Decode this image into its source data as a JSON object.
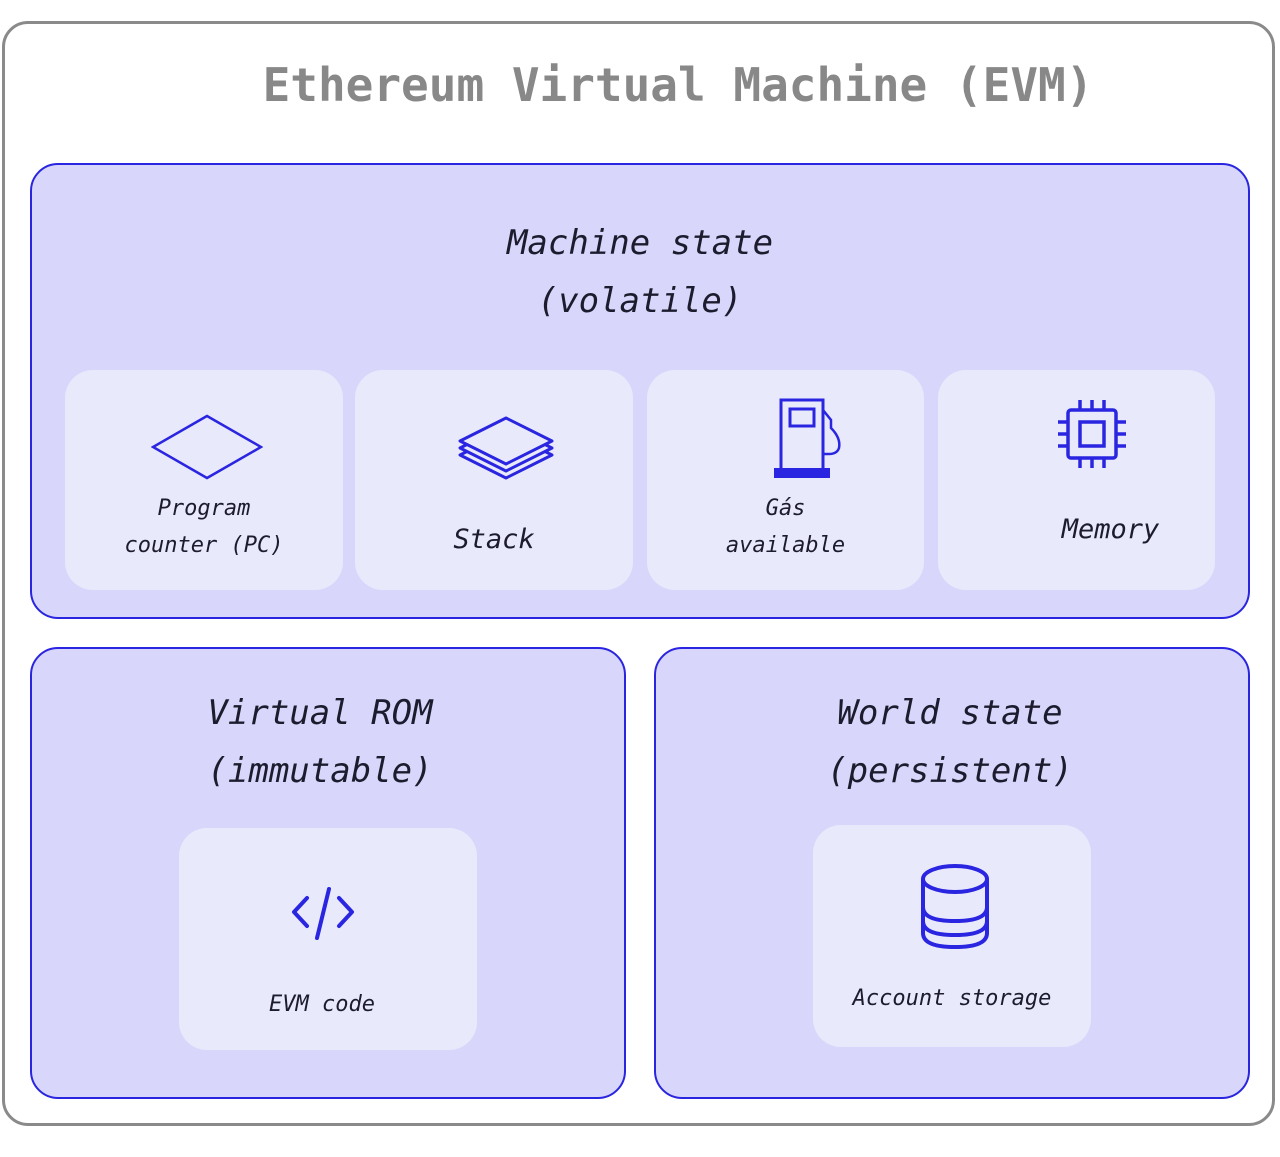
{
  "title": "Ethereum Virtual Machine (EVM)",
  "colors": {
    "accent": "#2a25e0",
    "section_fill": "#d8d7fb",
    "card_fill": "#e9e9fc",
    "frame_border": "#8a8a8a",
    "title_text": "#888888"
  },
  "machine_state": {
    "title": "Machine state\n(volatile)",
    "items": [
      {
        "label": "Program\ncounter (PC)",
        "icon": "diamond-icon"
      },
      {
        "label": "Stack",
        "icon": "layers-icon"
      },
      {
        "label": "Gás\navailable",
        "icon": "gas-pump-icon"
      },
      {
        "label": "Memory",
        "icon": "chip-icon"
      }
    ]
  },
  "virtual_rom": {
    "title": "Virtual ROM\n(immutable)",
    "item": {
      "label": "EVM code",
      "icon": "code-icon"
    }
  },
  "world_state": {
    "title": "World state\n(persistent)",
    "item": {
      "label": "Account storage",
      "icon": "database-icon"
    }
  }
}
